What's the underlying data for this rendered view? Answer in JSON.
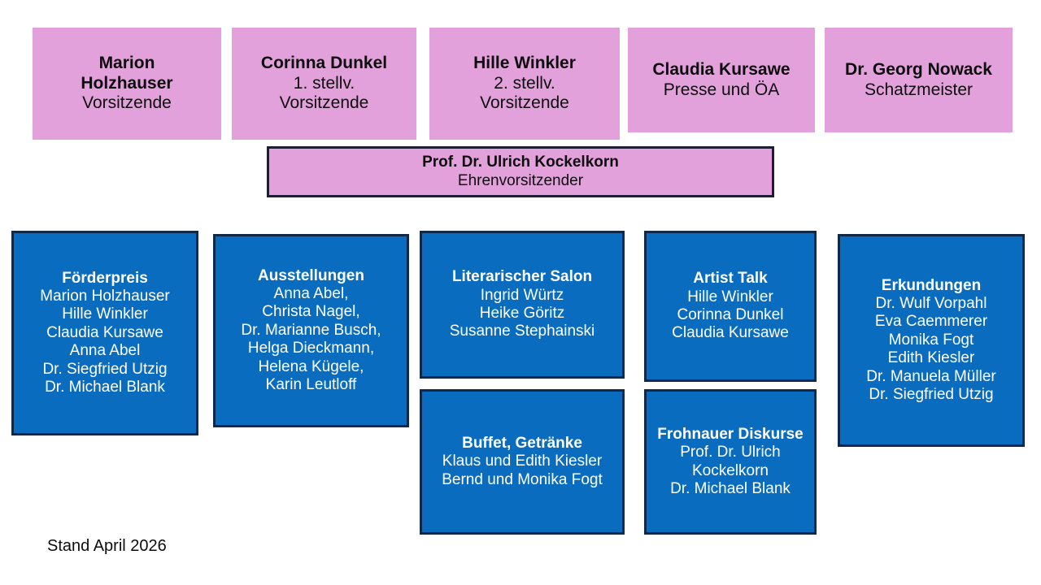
{
  "chart": {
    "footnote": "Stand April 2026",
    "colors": {
      "executive_fill": "#e2a1db",
      "committee_fill": "#0a6cbe",
      "committee_border": "#10294a",
      "honorary_border": "#1d1d33",
      "text_dark": "#0d0d0d",
      "text_light": "#ffffff",
      "background": "#ffffff"
    },
    "executive": [
      {
        "name": "Marion\nHolzhauser",
        "role": "Vorsitzende"
      },
      {
        "name": "Corinna Dunkel",
        "role": "1. stellv.\nVorsitzende"
      },
      {
        "name": "Hille Winkler",
        "role": "2. stellv.\nVorsitzende"
      },
      {
        "name": "Claudia Kursawe",
        "role": "Presse und ÖA"
      },
      {
        "name": "Dr. Georg Nowack",
        "role": "Schatzmeister"
      }
    ],
    "honorary": {
      "name": "Prof. Dr. Ulrich Kockelkorn",
      "role": "Ehrenvorsitzender"
    },
    "committees": [
      {
        "title": "Förderpreis",
        "members": "Marion Holzhauser\nHille Winkler\nClaudia Kursawe\nAnna Abel\nDr. Siegfried Utzig\nDr. Michael Blank"
      },
      {
        "title": "Ausstellungen",
        "members": "Anna Abel,\nChrista Nagel,\nDr. Marianne Busch,\nHelga Dieckmann,\nHelena Kügele,\nKarin Leutloff"
      },
      {
        "title": "Literarischer Salon",
        "members": "Ingrid Würtz\nHeike Göritz\nSusanne  Stephainski"
      },
      {
        "title": "Artist Talk",
        "members": "Hille Winkler\nCorinna Dunkel\nClaudia Kursawe"
      },
      {
        "title": "Erkundungen",
        "members": "Dr. Wulf Vorpahl\nEva Caemmerer\nMonika Fogt\nEdith Kiesler\nDr. Manuela Müller\nDr. Siegfried Utzig"
      },
      {
        "title": "Buffet, Getränke",
        "members": "Klaus und Edith Kiesler\nBernd und Monika Fogt"
      },
      {
        "title": "Frohnauer Diskurse",
        "members": "Prof. Dr. Ulrich Kockelkorn\nDr. Michael Blank"
      }
    ]
  }
}
